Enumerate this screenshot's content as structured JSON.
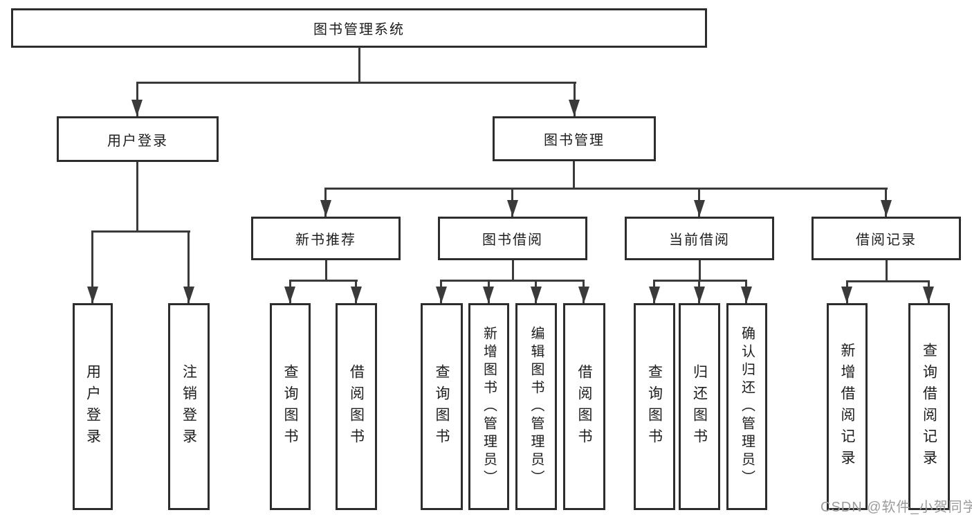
{
  "diagram": {
    "root": {
      "label": "图书管理系统"
    },
    "branches": [
      {
        "label": "用户登录",
        "children": [
          {
            "label": "用户登录"
          },
          {
            "label": "注销登录"
          }
        ]
      },
      {
        "label": "图书管理",
        "children": [
          {
            "label": "新书推荐",
            "children": [
              {
                "label": "查询图书"
              },
              {
                "label": "借阅图书"
              }
            ]
          },
          {
            "label": "图书借阅",
            "children": [
              {
                "label": "查询图书"
              },
              {
                "label": "新增图书（管理员）"
              },
              {
                "label": "编辑图书（管理员）"
              },
              {
                "label": "借阅图书"
              }
            ]
          },
          {
            "label": "当前借阅",
            "children": [
              {
                "label": "查询图书"
              },
              {
                "label": "归还图书"
              },
              {
                "label": "确认归还（管理员）"
              }
            ]
          },
          {
            "label": "借阅记录",
            "children": [
              {
                "label": "新增借阅记录"
              },
              {
                "label": "查询借阅记录"
              }
            ]
          }
        ]
      }
    ]
  },
  "watermark": {
    "text": "CSDN @软件_小贺同学"
  },
  "colors": {
    "background": "#ffffff",
    "box_border": "#2d2d2d",
    "line": "#3a3a3a",
    "text": "#1d1d1d",
    "watermark": "#9b9b9b"
  }
}
